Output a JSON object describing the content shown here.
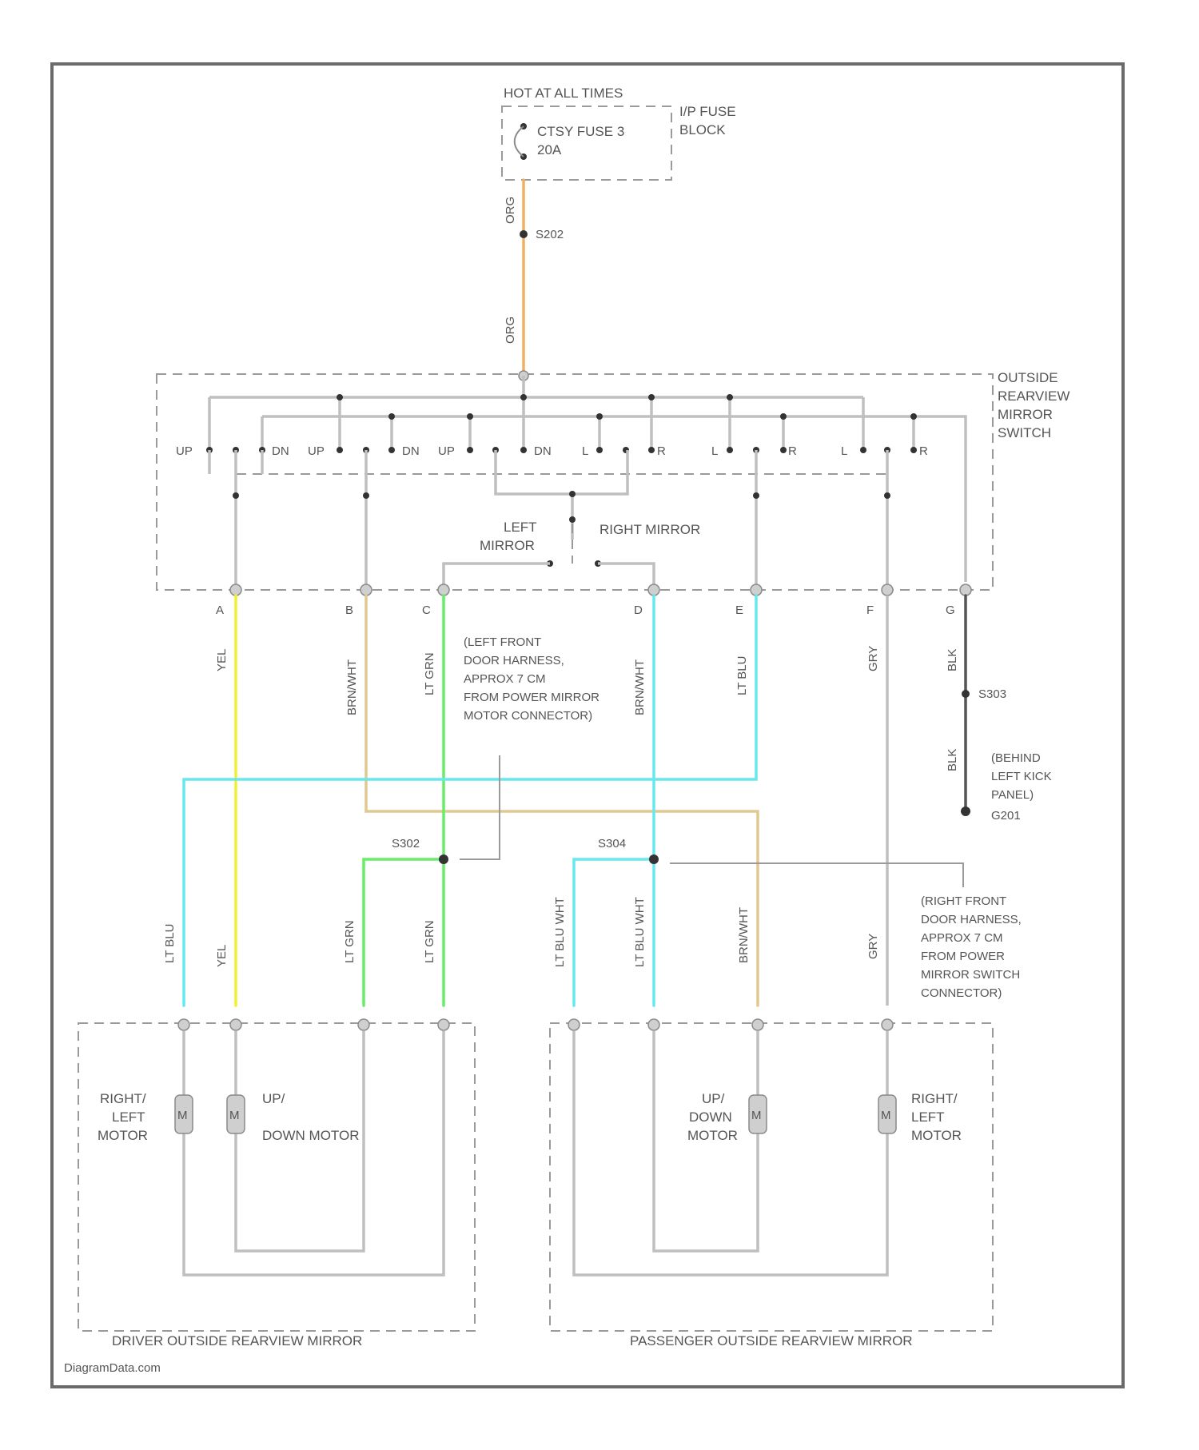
{
  "fuse": {
    "header": "HOT AT ALL TIMES",
    "block_label": [
      "I/P FUSE",
      "BLOCK"
    ],
    "fuse_label": [
      "CTSY FUSE 3",
      "20A"
    ]
  },
  "wires": {
    "org": "ORG",
    "yel": "YEL",
    "brn_wht": "BRN/WHT",
    "lt_grn": "LT GRN",
    "lt_blu": "LT BLU",
    "gry": "GRY",
    "blk": "BLK",
    "lt_blu_wht": "LT BLU WHT"
  },
  "splices": {
    "s202": "S202",
    "s303": "S303",
    "s302": "S302",
    "s304": "S304",
    "g201": "G201"
  },
  "switch": {
    "name": [
      "OUTSIDE",
      "REARVIEW",
      "MIRROR",
      "SWITCH"
    ],
    "contacts": [
      "UP",
      "DN",
      "UP",
      "DN",
      "UP",
      "DN",
      "L",
      "R",
      "L",
      "R",
      "L",
      "R"
    ],
    "left_mirror": [
      "LEFT",
      "MIRROR"
    ],
    "right_mirror": "RIGHT MIRROR"
  },
  "pins": [
    "A",
    "B",
    "C",
    "D",
    "E",
    "F",
    "G"
  ],
  "notes": {
    "left_harness": [
      "(LEFT FRONT",
      "DOOR HARNESS,",
      "APPROX 7 CM",
      "FROM POWER MIRROR",
      "MOTOR CONNECTOR)"
    ],
    "right_harness": [
      "(RIGHT FRONT",
      "DOOR HARNESS,",
      "APPROX 7 CM",
      "FROM POWER",
      "MIRROR SWITCH",
      "CONNECTOR)"
    ],
    "ground": [
      "(BEHIND",
      "LEFT KICK",
      "PANEL)"
    ]
  },
  "driver_mirror": {
    "title": "DRIVER OUTSIDE REARVIEW MIRROR",
    "motor1_label": [
      "RIGHT/",
      "LEFT",
      "MOTOR"
    ],
    "motor2_label": [
      "UP/",
      "DOWN MOTOR"
    ],
    "motor_symbol": "M"
  },
  "passenger_mirror": {
    "title": "PASSENGER OUTSIDE REARVIEW MIRROR",
    "motor1_label": [
      "UP/",
      "DOWN",
      "MOTOR"
    ],
    "motor2_label": [
      "RIGHT/",
      "LEFT",
      "MOTOR"
    ],
    "motor_symbol": "M"
  },
  "watermark": "DiagramData.com",
  "colors": {
    "org": "#f0b060",
    "yel": "#f0f030",
    "brn_wht": "#e0c890",
    "lt_grn": "#66ee66",
    "lt_blu": "#66e8ee",
    "gry": "#cccccc",
    "blk": "#555555",
    "frame": "#666666"
  }
}
